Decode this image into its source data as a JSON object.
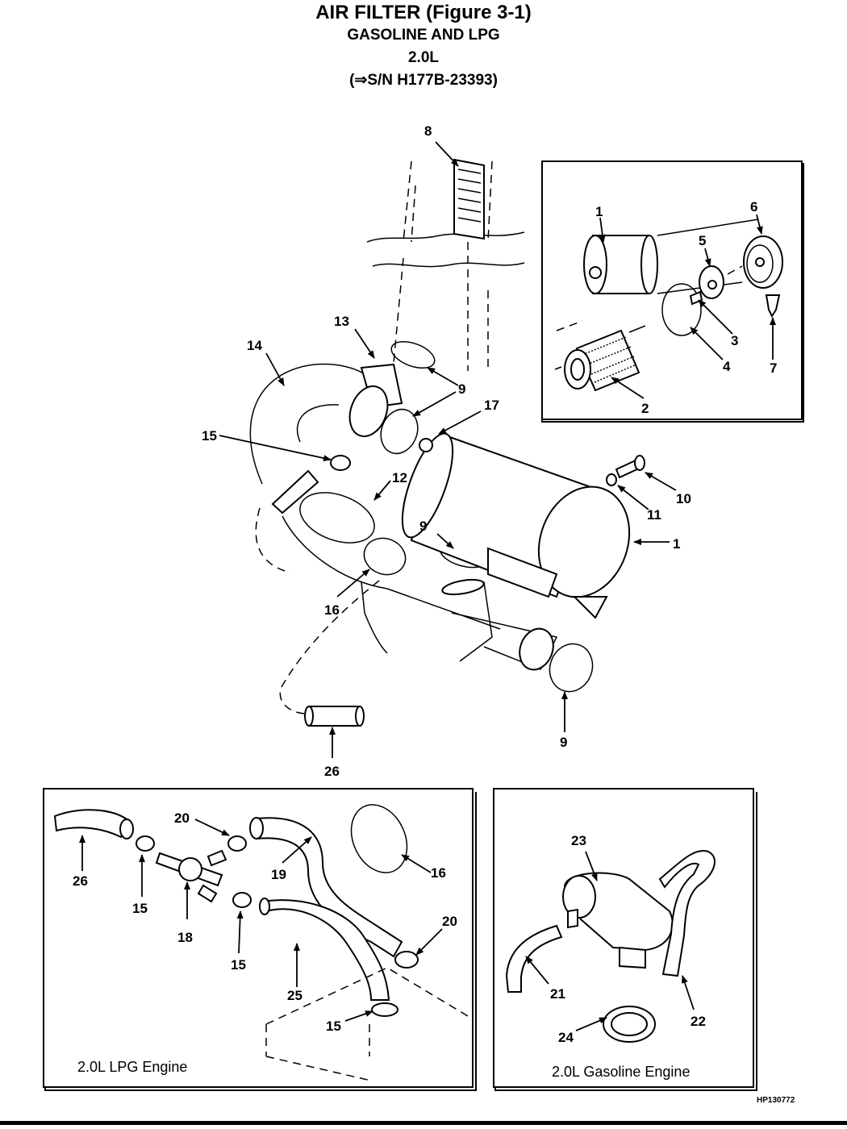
{
  "title": {
    "line1": "AIR FILTER (Figure 3-1)",
    "line2": "GASOLINE AND LPG",
    "line3": "2.0L",
    "line4": "(⇒S/N H177B-23393)"
  },
  "callouts": {
    "c1_inset": "1",
    "c2": "2",
    "c3": "3",
    "c4": "4",
    "c5": "5",
    "c6": "6",
    "c7": "7",
    "c8": "8",
    "c9_a": "9",
    "c9_b": "9",
    "c9_c": "9",
    "c10": "10",
    "c11": "11",
    "c12": "12",
    "c13": "13",
    "c14": "14",
    "c15_main": "15",
    "c16_main": "16",
    "c17": "17",
    "c1_main": "1",
    "c26_main": "26",
    "lpg_26": "26",
    "lpg_15a": "15",
    "lpg_20a": "20",
    "lpg_18": "18",
    "lpg_15b": "15",
    "lpg_19": "19",
    "lpg_16": "16",
    "lpg_20b": "20",
    "lpg_25": "25",
    "lpg_15c": "15",
    "gas_23": "23",
    "gas_21": "21",
    "gas_22": "22",
    "gas_24": "24"
  },
  "panels": {
    "lpg_caption": "2.0L LPG Engine",
    "gasoline_caption": "2.0L Gasoline Engine"
  },
  "figure_code": "HP130772"
}
